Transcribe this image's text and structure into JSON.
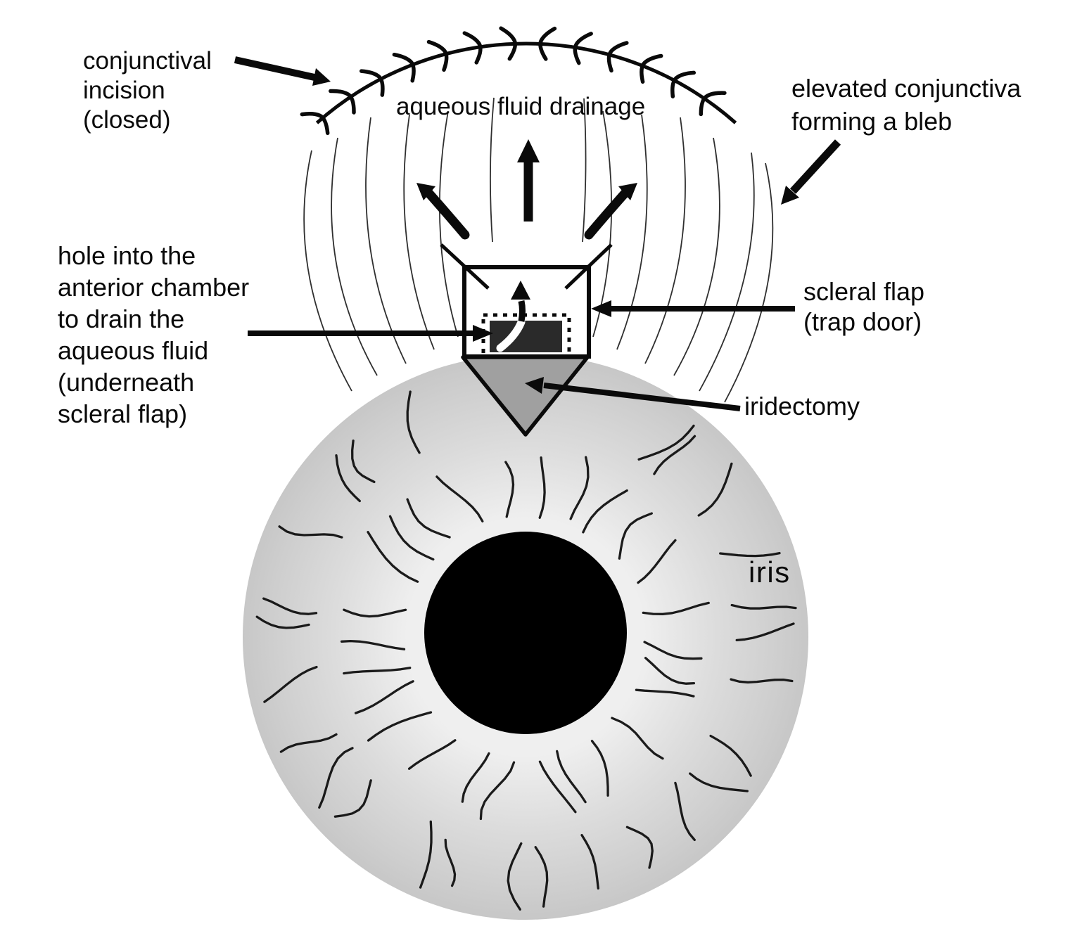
{
  "figure": {
    "title": "trabeculectomy eye diagram",
    "background": "#ffffff",
    "colors": {
      "ink": "#0a0a0a",
      "iris_rim": "#c7c7c7",
      "iris_mid": "#dcdcdc",
      "iris_inner": "#efefef",
      "pupil": "#000000",
      "iridectomy_fill": "#a0a0a0",
      "flap_fill": "#ffffff",
      "hole_fill": "#2a2a2a"
    },
    "labels": {
      "conjunctival_incision": {
        "lines": [
          "conjunctival",
          "incision",
          "(closed)"
        ]
      },
      "aqueous_drainage": {
        "text": "aqueous fluid drainage"
      },
      "elevated_conjunctiva": {
        "lines": [
          "elevated conjunctiva",
          "forming a bleb"
        ]
      },
      "hole": {
        "lines": [
          "hole into the",
          "anterior chamber",
          "to drain the",
          "aqueous fluid",
          "(underneath",
          "scleral flap)"
        ]
      },
      "scleral_flap": {
        "lines": [
          "scleral flap",
          "(trap door)"
        ]
      },
      "iridectomy": {
        "text": "iridectomy"
      },
      "iris": {
        "text": "iris"
      }
    }
  }
}
